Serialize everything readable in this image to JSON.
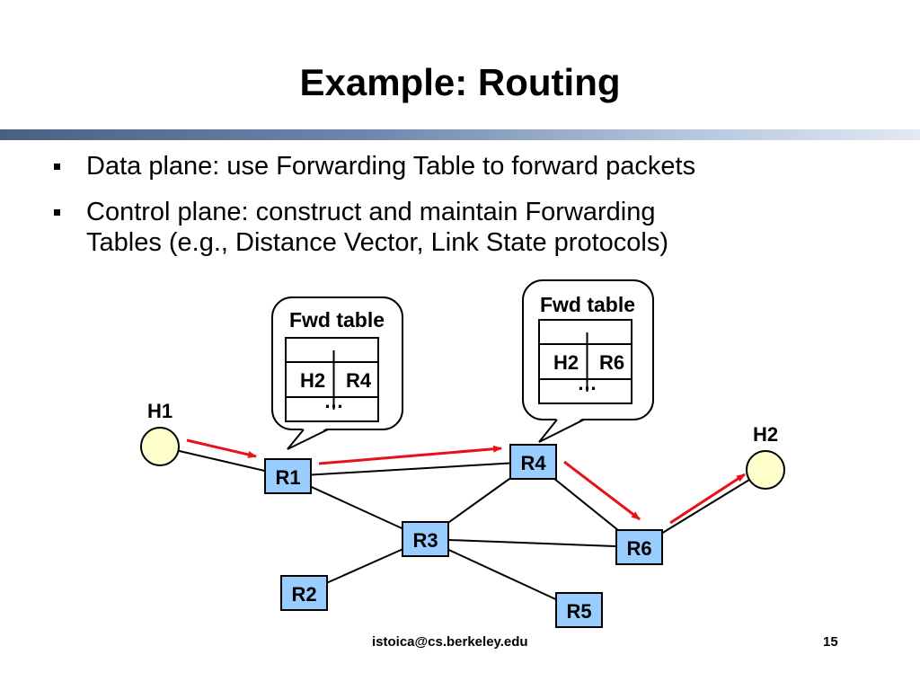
{
  "slide": {
    "title": "Example: Routing",
    "bullets": [
      {
        "text": "Data plane: use Forwarding Table to forward packets"
      },
      {
        "text": "Control plane: construct and maintain Forwarding\nTables (e.g., Distance Vector, Link State protocols)"
      }
    ],
    "footer_email": "istoica@cs.berkeley.edu",
    "page_number": "15"
  },
  "diagram": {
    "hosts": [
      {
        "id": "H1",
        "label": "H1"
      },
      {
        "id": "H2",
        "label": "H2"
      }
    ],
    "routers": [
      {
        "id": "R1",
        "label": "R1"
      },
      {
        "id": "R2",
        "label": "R2"
      },
      {
        "id": "R3",
        "label": "R3"
      },
      {
        "id": "R4",
        "label": "R4"
      },
      {
        "id": "R5",
        "label": "R5"
      },
      {
        "id": "R6",
        "label": "R6"
      }
    ],
    "links": [
      [
        "H1",
        "R1"
      ],
      [
        "R1",
        "R4"
      ],
      [
        "R1",
        "R3"
      ],
      [
        "R2",
        "R3"
      ],
      [
        "R3",
        "R4"
      ],
      [
        "R3",
        "R6"
      ],
      [
        "R3",
        "R5"
      ],
      [
        "R4",
        "R6"
      ],
      [
        "R6",
        "H2"
      ]
    ],
    "packet_path": [
      "H1",
      "R1",
      "R4",
      "R6",
      "H2"
    ],
    "forwarding_tables": [
      {
        "router": "R1",
        "title": "Fwd table",
        "dest": "H2",
        "next_hop": "R4",
        "more": "…"
      },
      {
        "router": "R4",
        "title": "Fwd table",
        "dest": "H2",
        "next_hop": "R6",
        "more": "…"
      }
    ],
    "colors": {
      "router_fill": "#99ccff",
      "host_fill": "#ffffcc",
      "path_arrow": "#e8101a",
      "link": "#000000"
    }
  }
}
